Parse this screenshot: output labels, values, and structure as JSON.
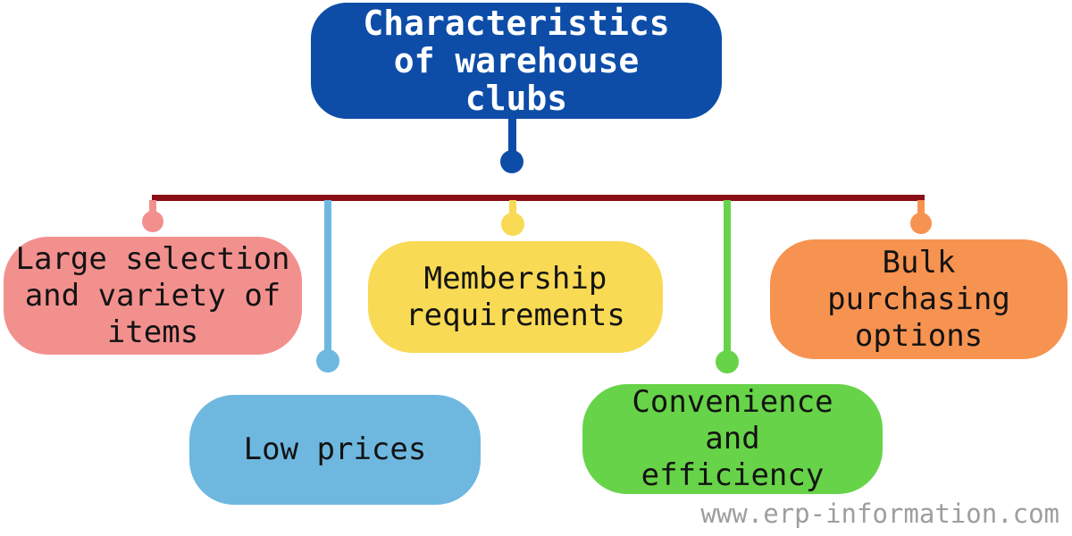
{
  "diagram": {
    "type": "mind-map",
    "root": {
      "text": "Characteristics\nof warehouse\nclubs",
      "fill": "#0d4da8",
      "text_color": "#ffffff"
    },
    "trunk_line_color": "#8b1016",
    "branches": [
      {
        "id": "large-selection",
        "text": "Large selection\nand variety of\nitems",
        "fill": "#f2908e",
        "text_color": "#131313"
      },
      {
        "id": "low-prices",
        "text": "Low prices",
        "fill": "#6eb8e0",
        "text_color": "#131313"
      },
      {
        "id": "membership",
        "text": "Membership\nrequirements",
        "fill": "#f8da55",
        "text_color": "#131313"
      },
      {
        "id": "convenience",
        "text": "Convenience\nand\nefficiency",
        "fill": "#67d348",
        "text_color": "#131313"
      },
      {
        "id": "bulk-purchasing",
        "text": "Bulk\npurchasing\noptions",
        "fill": "#f79350",
        "text_color": "#131313"
      }
    ],
    "watermark": "www.erp-information.com",
    "watermark_color": "#9e9ea0",
    "background_color": "#ffffff"
  }
}
